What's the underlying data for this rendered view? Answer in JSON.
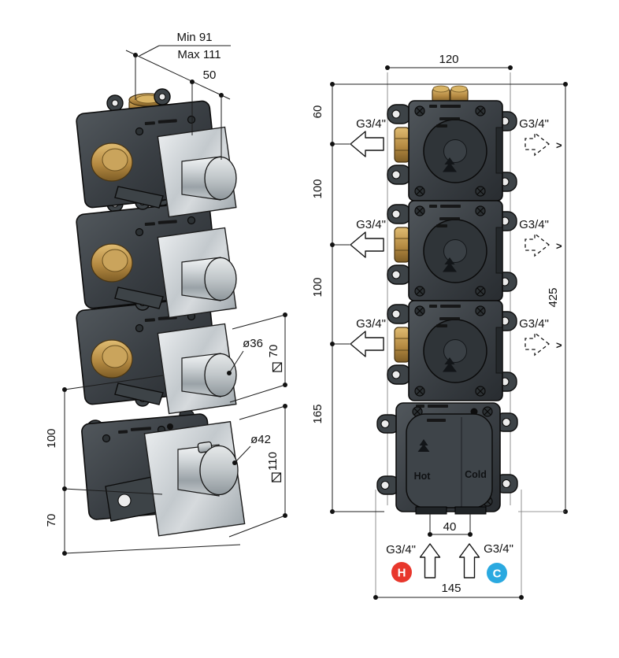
{
  "drawing": {
    "background": "#ffffff",
    "line_color": "#1c1c1c"
  },
  "perspective_view": {
    "depth_min_label": "Min 91",
    "depth_max_label": "Max 111",
    "plate_offset_dim": "50",
    "handle_diameter_dim": "ø36",
    "trim_plate_square_dim": "70",
    "module_spacing_dim": "100",
    "bottom_offset_dim": "70",
    "thermo_handle_diameter_dim": "ø42",
    "thermo_plate_square_dim": "110"
  },
  "front_view": {
    "body_width_dim": "120",
    "top_to_first_outlet_dim": "60",
    "outlet_spacing_dim_1": "100",
    "outlet_spacing_dim_2": "100",
    "outlet_to_inlet_dim": "165",
    "overall_height_dim": "425",
    "inlet_spacing_dim": "40",
    "overall_width_dim": "145",
    "port_thread_label": "G3/4\"",
    "port_direction_glyph": ">",
    "hot_label": "Hot",
    "cold_label": "Cold",
    "hot_badge_letter": "H",
    "cold_badge_letter": "C",
    "hot_color": "#e8372c",
    "cold_color": "#2aa9e0"
  }
}
